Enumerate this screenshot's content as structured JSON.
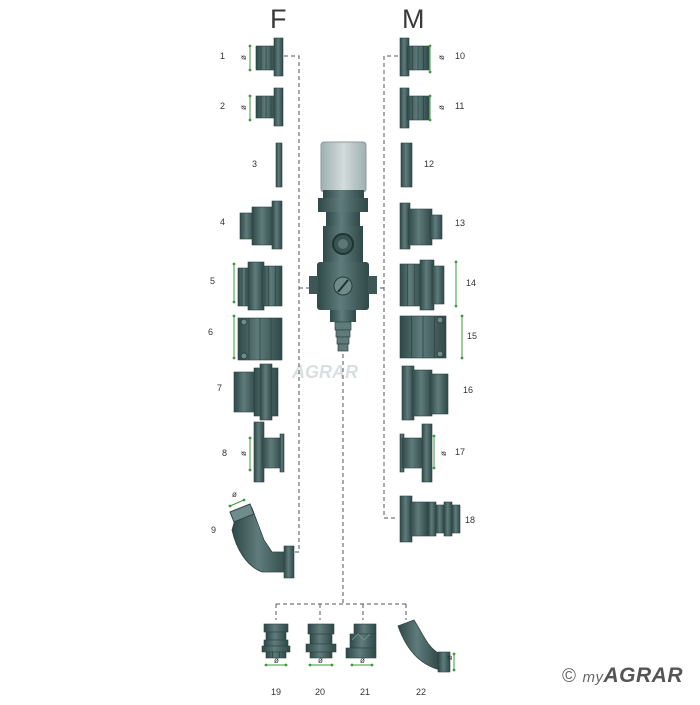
{
  "columns": {
    "female": "F",
    "male": "M"
  },
  "part_numbers": [
    "1",
    "2",
    "3",
    "4",
    "5",
    "6",
    "7",
    "8",
    "9",
    "10",
    "11",
    "12",
    "13",
    "14",
    "15",
    "16",
    "17",
    "18",
    "19",
    "20",
    "21",
    "22"
  ],
  "diameter_symbol": "ø",
  "brand": {
    "copyright": "©",
    "prefix": "my",
    "name": "AGRAR"
  },
  "colors": {
    "body": "#4a6464",
    "body_dark": "#2e4444",
    "body_light": "#6f8b8b",
    "dash": "#555555",
    "dim": "#3c9a3c",
    "tank": "#b9c6c6"
  }
}
